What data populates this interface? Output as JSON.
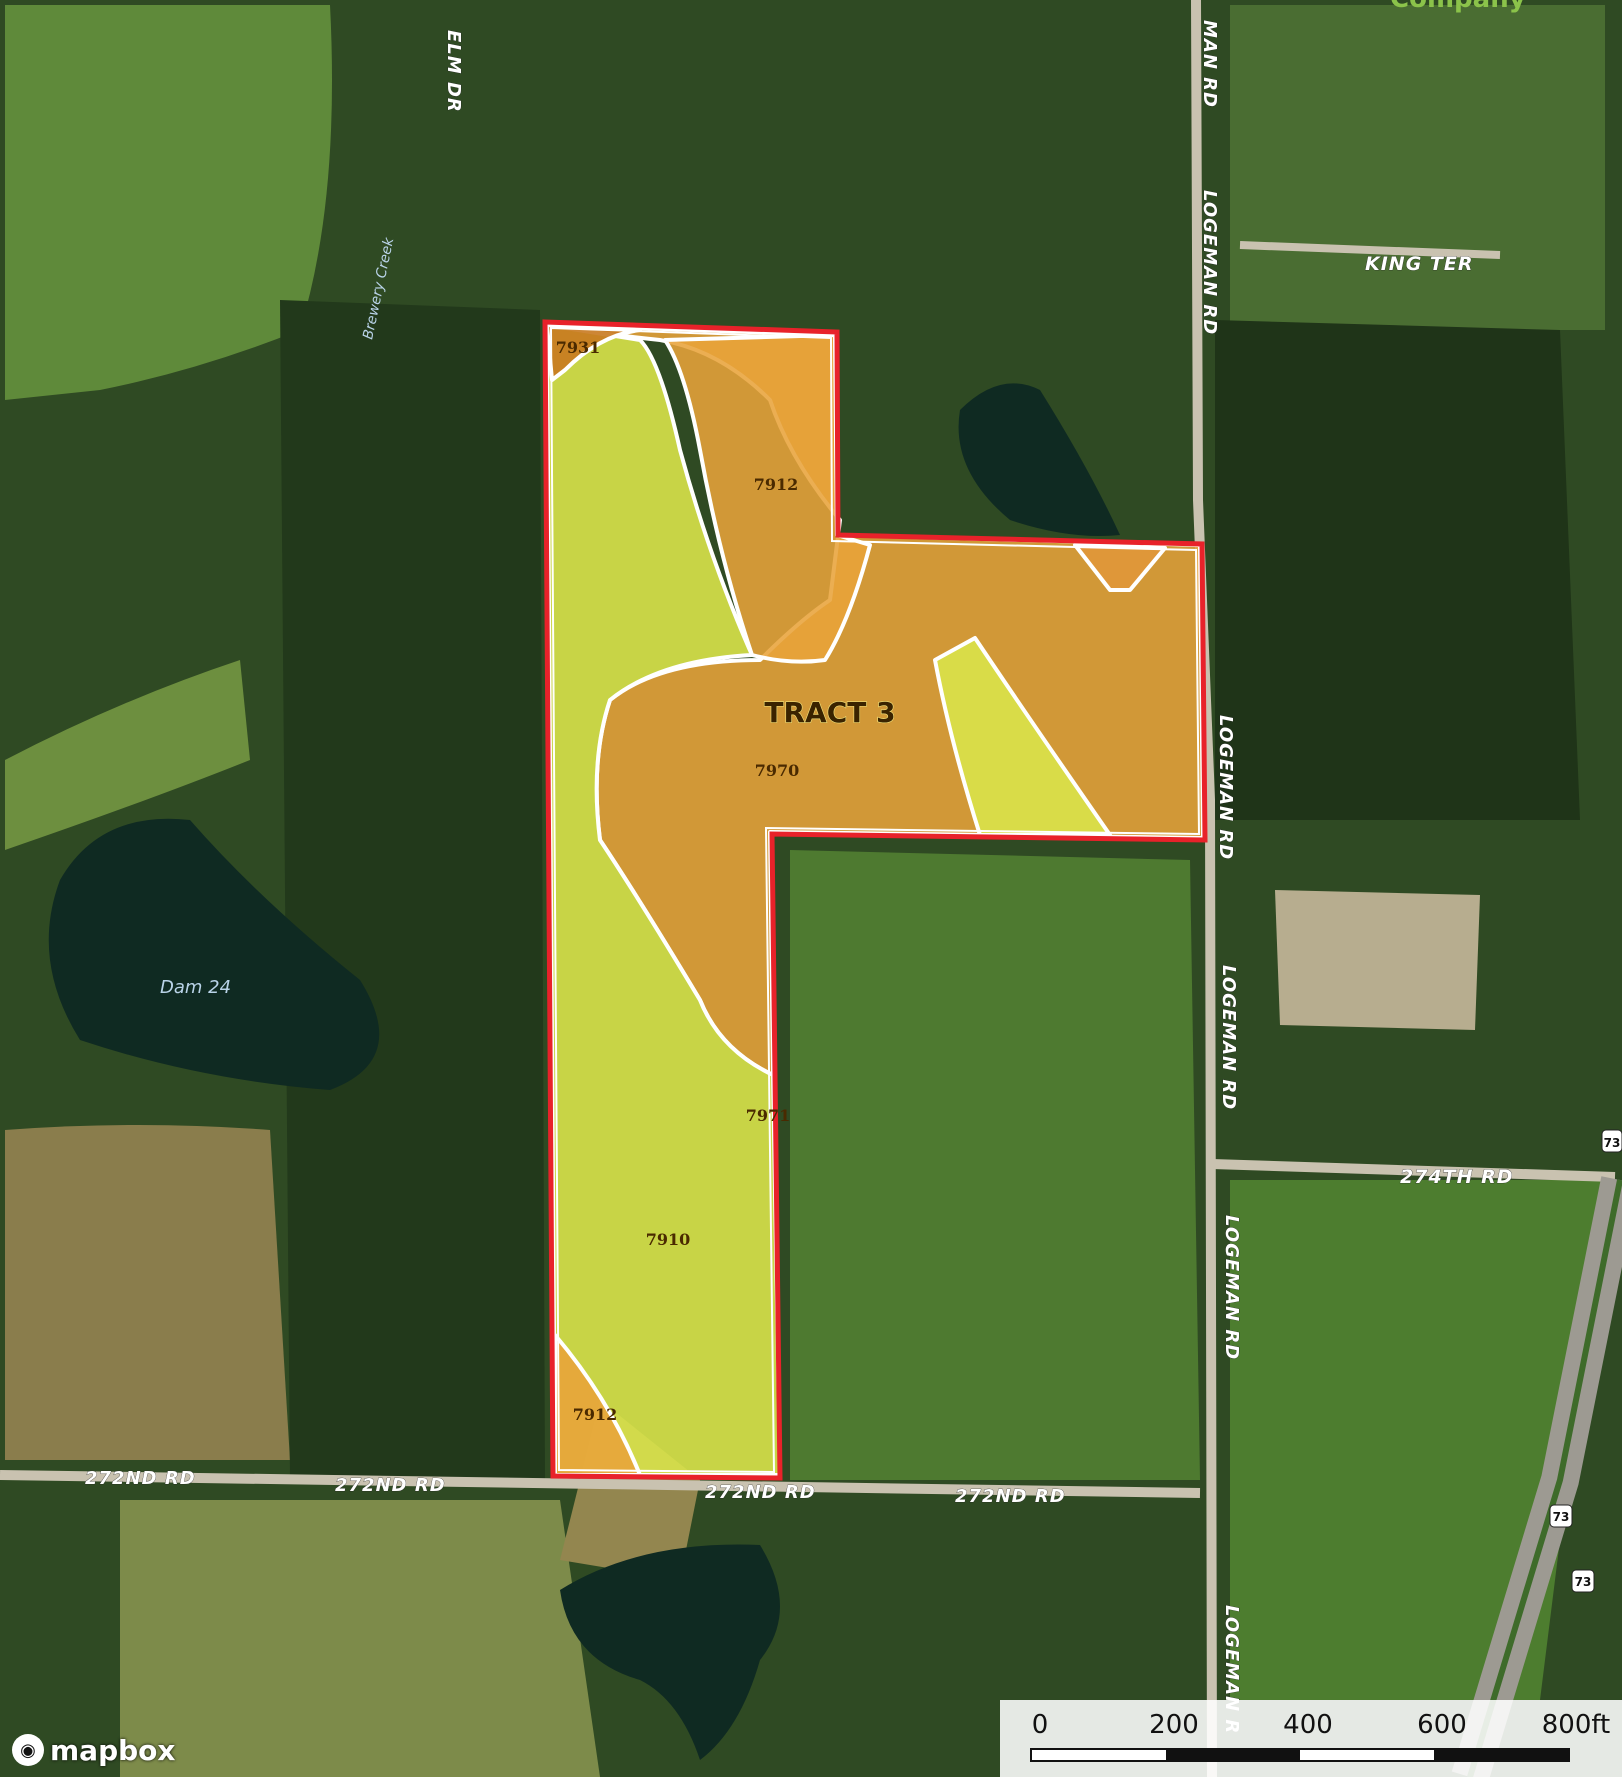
{
  "map": {
    "tract_label": "TRACT 3",
    "roads": {
      "elm_dr": "ELM DR",
      "logeman_top": "MAN RD",
      "logeman_1": "LOGEMAN RD",
      "logeman_2": "LOGEMAN RD",
      "logeman_3": "LOGEMAN RD",
      "logeman_4": "LOGEMAN RD",
      "logeman_5": "LOGEMAN R",
      "king_ter": "KING TER",
      "road_274": "274TH RD",
      "road_272_a": "272ND RD",
      "road_272_b": "272ND RD",
      "road_272_c": "272ND RD",
      "road_272_d": "272ND RD",
      "hwy_73_a": "73",
      "hwy_73_b": "73",
      "hwy_73_c": "73"
    },
    "water": {
      "creek": "Brewery Creek",
      "dam": "Dam 24"
    },
    "soil_units": {
      "u7931": "7931",
      "u7912_top": "7912",
      "u7970": "7970",
      "u7971": "7971",
      "u7910": "7910",
      "u7912_bottom": "7912"
    },
    "colors": {
      "soil_orange": "#e8a33a",
      "soil_yellow": "#d9e34a",
      "boundary": "#e8222a"
    }
  },
  "attribution": {
    "logo": "mapbox",
    "watermark": "Company"
  },
  "scale_bar": {
    "ticks": [
      "0",
      "200",
      "400",
      "600",
      "800ft"
    ]
  }
}
